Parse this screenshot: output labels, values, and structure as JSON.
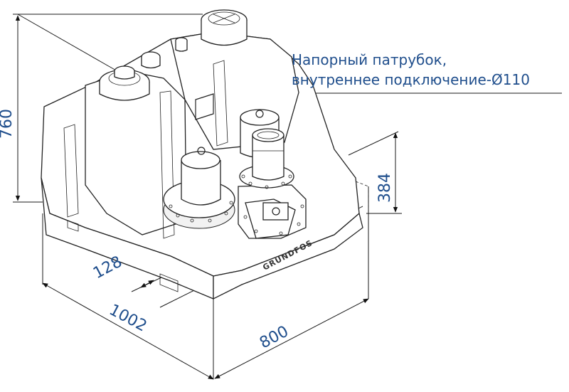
{
  "annotation": {
    "line1": "Напорный патрубок,",
    "line2": "внутреннее подключение-Ø110"
  },
  "dimensions": {
    "height": "760",
    "outlet_height": "384",
    "offset": "128",
    "length": "1002",
    "width": "800"
  },
  "brand_label": "GRUNDFOS"
}
